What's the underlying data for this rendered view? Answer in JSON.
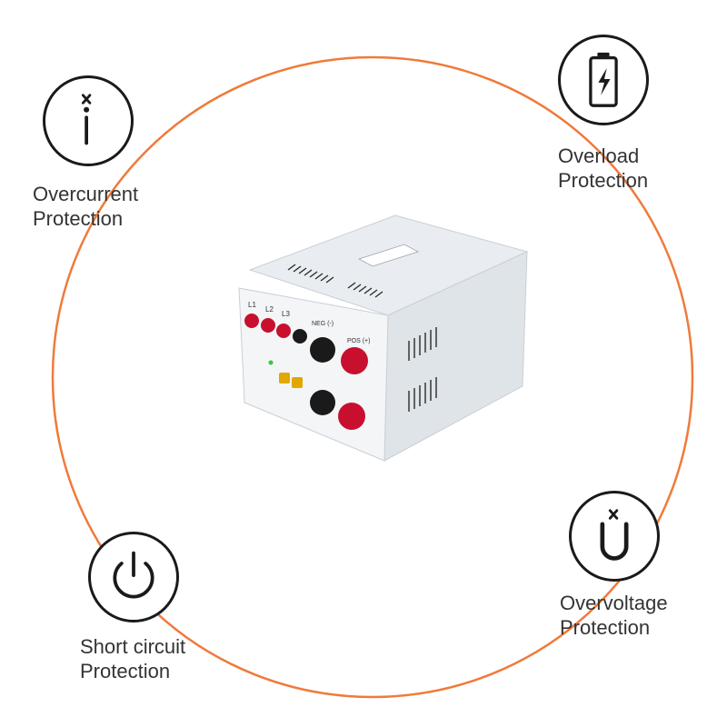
{
  "colors": {
    "ring": "#f07a3a",
    "icon_stroke": "#1a1a1a",
    "label_text": "#333333",
    "terminal_red": "#c8102e"
  },
  "features": [
    {
      "icon": "overcurrent-xi-icon",
      "line1": "Overcurrent",
      "line2": "Protection"
    },
    {
      "icon": "battery-bolt-icon",
      "line1": "Overload",
      "line2": "Protection"
    },
    {
      "icon": "power-icon",
      "line1": "Short circuit",
      "line2": "Protection"
    },
    {
      "icon": "magnet-x-icon",
      "line1": "Overvoltage",
      "line2": "Protection"
    }
  ],
  "product": {
    "terminals": {
      "l1": "L1",
      "l2": "L2",
      "l3": "L3",
      "neg": "NEG (-)",
      "pos": "POS (+)"
    }
  }
}
